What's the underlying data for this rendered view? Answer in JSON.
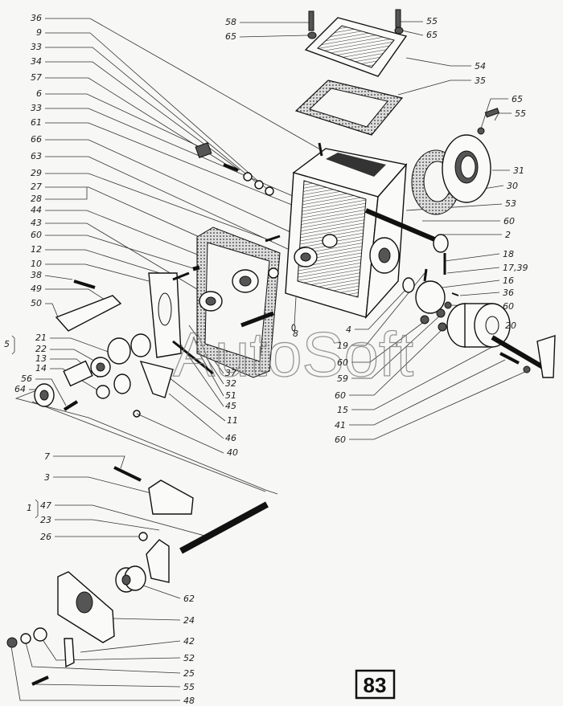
{
  "callouts": [
    "36",
    "9",
    "33",
    "34",
    "57",
    "6",
    "33",
    "61",
    "66",
    "63",
    "29",
    "27",
    "28",
    "44",
    "43",
    "60",
    "12",
    "10",
    "38",
    "49",
    "50",
    "5",
    "21",
    "22",
    "13",
    "14",
    "56",
    "64",
    "37",
    "32",
    "51",
    "45",
    "11",
    "46",
    "40",
    "8",
    "58",
    "65",
    "55",
    "65",
    "54",
    "35",
    "65",
    "55",
    "31",
    "30",
    "53",
    "60",
    "2",
    "18",
    "17,39",
    "16",
    "36",
    "60",
    "20",
    "4",
    "19",
    "60",
    "59",
    "60",
    "15",
    "41",
    "60",
    "7",
    "3",
    "1",
    "47",
    "23",
    "26",
    "62",
    "24",
    "42",
    "52",
    "25",
    "55",
    "48"
  ],
  "page_number": "83",
  "watermark": "AutoSoft"
}
